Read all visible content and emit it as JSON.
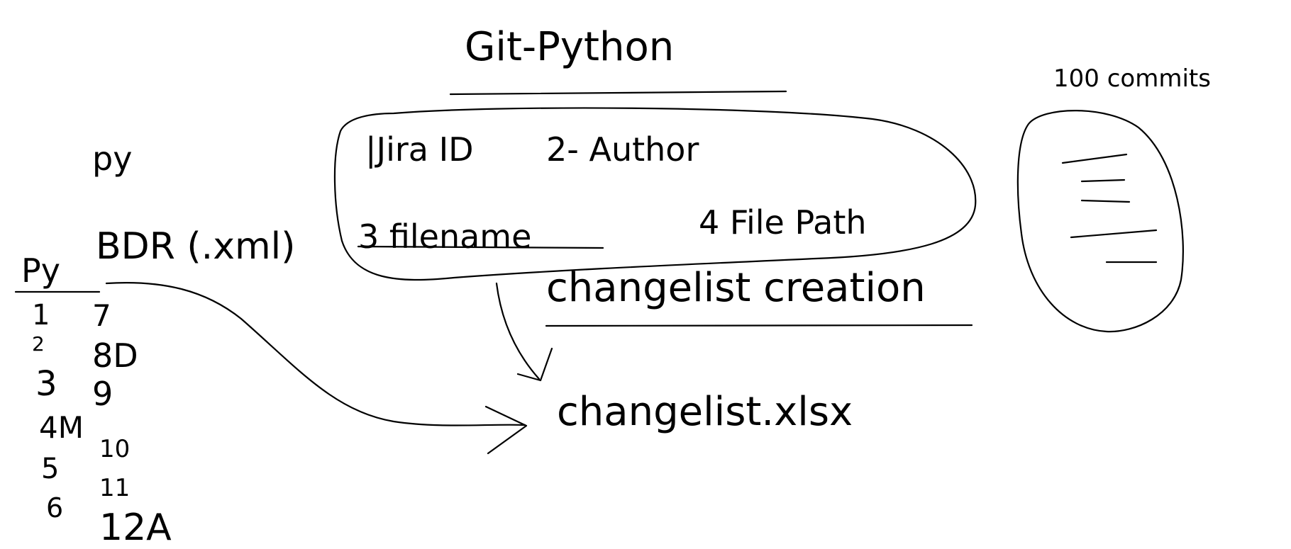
{
  "title": "Git-Python",
  "commits_label": "100 commits",
  "box_items": {
    "jira_id": "|Jira ID",
    "author": "2- Author",
    "filename": "3 filename",
    "file_path": "4 File Path"
  },
  "changelist_creation": "changelist creation",
  "py_small": "py",
  "bdr": "BDR (.xml)",
  "py_left": "Py",
  "left_numbers": [
    "1",
    "2",
    "3",
    "4M",
    "5",
    "6"
  ],
  "right_numbers": [
    "7",
    "8D",
    "9",
    "10",
    "11",
    "12A"
  ],
  "output": "changelist.xlsx"
}
